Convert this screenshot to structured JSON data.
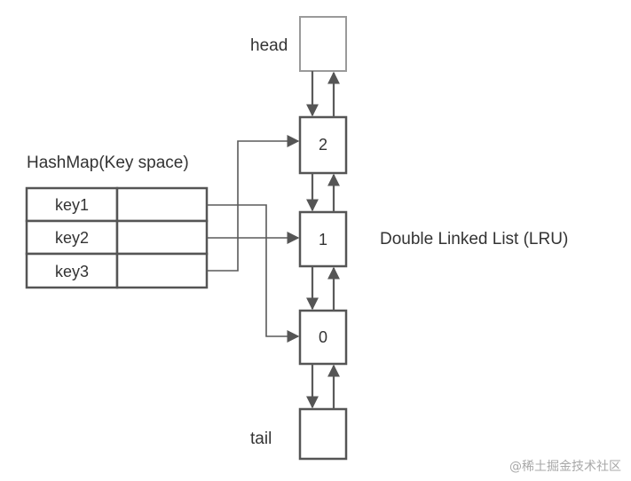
{
  "hashmap": {
    "title": "HashMap(Key space)",
    "keys": [
      "key1",
      "key2",
      "key3"
    ]
  },
  "list": {
    "title": "Double Linked List (LRU)",
    "head_label": "head",
    "tail_label": "tail",
    "nodes": [
      "2",
      "1",
      "0"
    ]
  },
  "watermark": "@稀土掘金技术社区",
  "colors": {
    "stroke": "#555555",
    "head_stroke": "#9a9a9a",
    "text": "#333333"
  }
}
